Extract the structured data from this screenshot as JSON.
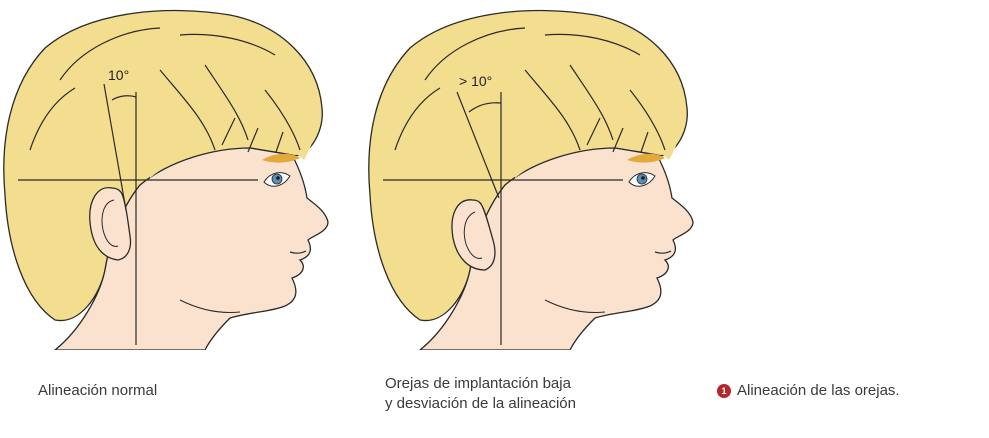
{
  "colors": {
    "hair": "#F3DD8E",
    "skin": "#FBE2CF",
    "outline": "#2a2a2a",
    "eye": "#5C8FB8",
    "brow": "#E3A93A",
    "badge": "#B3272D"
  },
  "figures": [
    {
      "angle_label": "10°",
      "caption": "Alineación normal"
    },
    {
      "angle_label": "> 10°",
      "caption_line1": "Orejas de implantación baja",
      "caption_line2": "y desviación de la alineación"
    }
  ],
  "figure_label": {
    "number": "1",
    "text": "Alineación de las orejas."
  }
}
